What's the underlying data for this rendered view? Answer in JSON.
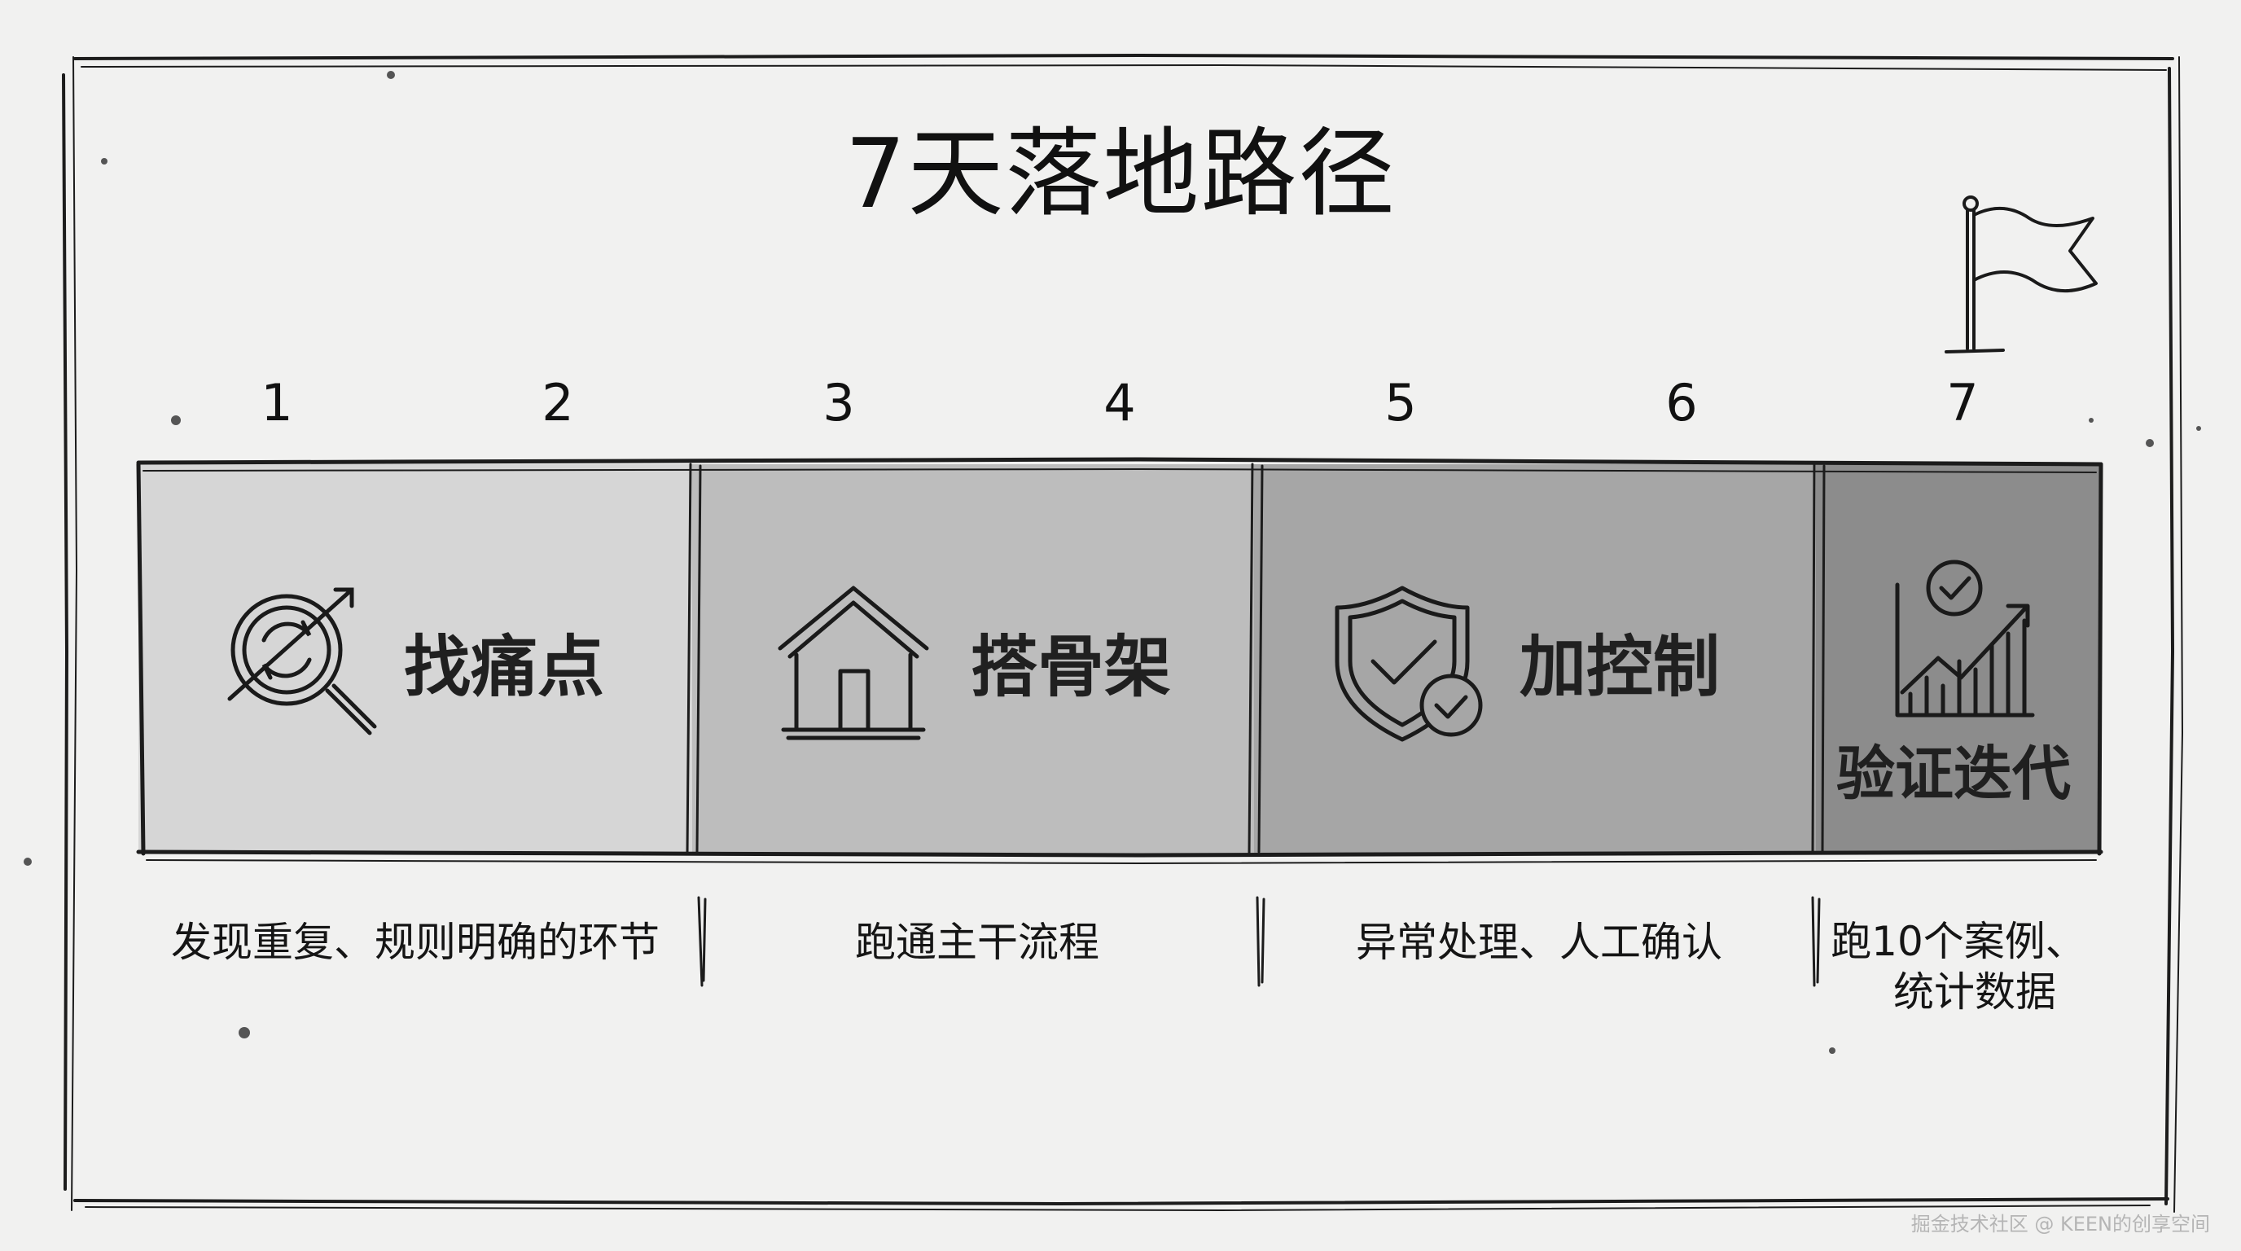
{
  "title": "7天落地路径",
  "days": [
    "1",
    "2",
    "3",
    "4",
    "5",
    "6",
    "7"
  ],
  "phases": [
    {
      "label": "找痛点",
      "description": "发现重复、规则明确的环节",
      "icon": "search-refresh-icon",
      "color": "#d6d6d6"
    },
    {
      "label": "搭骨架",
      "description": "跑通主干流程",
      "icon": "house-icon",
      "color": "#bdbdbd"
    },
    {
      "label": "加控制",
      "description": "异常处理、人工确认",
      "icon": "shield-check-icon",
      "color": "#a6a6a6"
    },
    {
      "label": "验证迭代",
      "description_line1": "跑10个案例、",
      "description_line2": "统计数据",
      "icon": "chart-growth-icon",
      "color": "#8c8c8c"
    }
  ],
  "goal_icon": "flag-icon",
  "watermark": "掘金技术社区 @ KEEN的创享空间"
}
